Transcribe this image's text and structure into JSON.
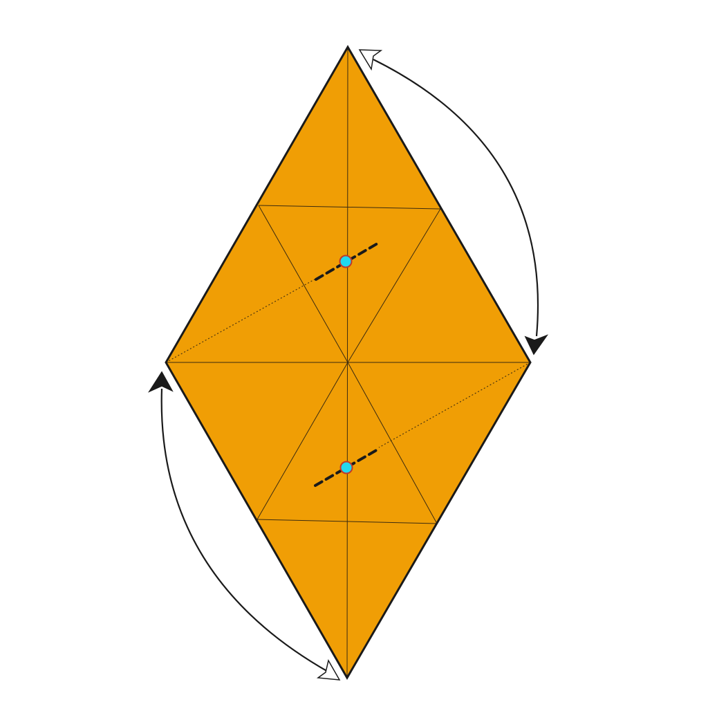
{
  "diagram": {
    "paper_color": "#f09e05",
    "outline_color": "#1a1a1a",
    "reference_dot_fill": "#22d8ee",
    "reference_dot_stroke": "#c0392b",
    "fold_arrows": [
      {
        "name": "fold-arrow-top-right",
        "from": "top-corner",
        "to": "right-corner"
      },
      {
        "name": "fold-arrow-bottom-left",
        "from": "bottom-corner",
        "to": "left-corner"
      }
    ]
  }
}
